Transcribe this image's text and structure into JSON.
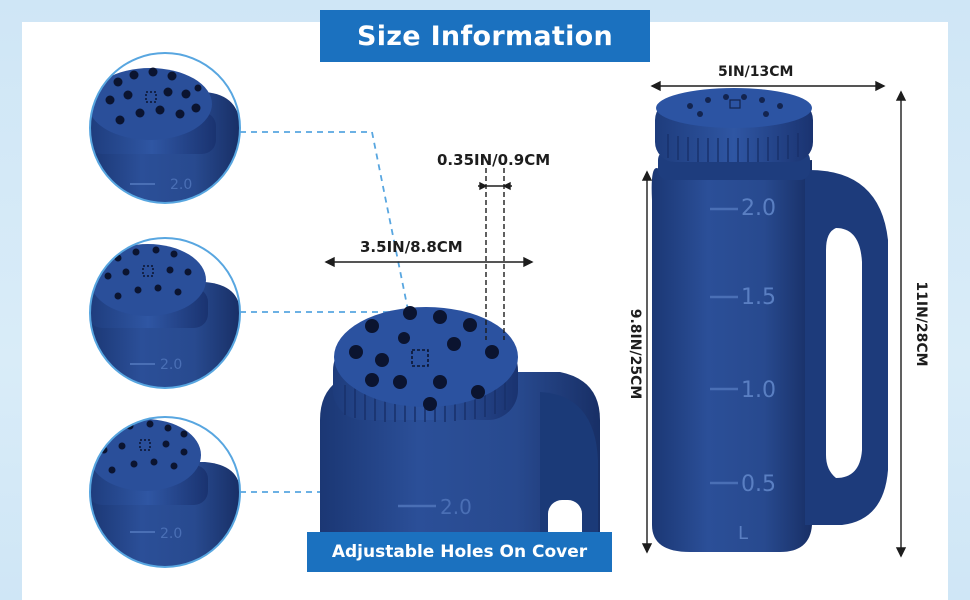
{
  "title": "Size Information",
  "caption": "Adjustable Holes On Cover",
  "dimensions": {
    "hole_width": "0.35IN/0.9CM",
    "cover_diameter": "3.5IN/8.8CM",
    "top_width": "5IN/13CM",
    "body_height": "9.8IN/25CM",
    "total_height": "11IN/28CM"
  },
  "graduations": [
    "2.0",
    "1.5",
    "1.0",
    "0.5",
    "L"
  ],
  "thumb_label": "2.0",
  "colors": {
    "banner": "#1b71bf",
    "bottle": "#24468a",
    "bottle_dark": "#1a3672",
    "guide_line": "#58a6e0",
    "background": "#d3e8f6"
  }
}
